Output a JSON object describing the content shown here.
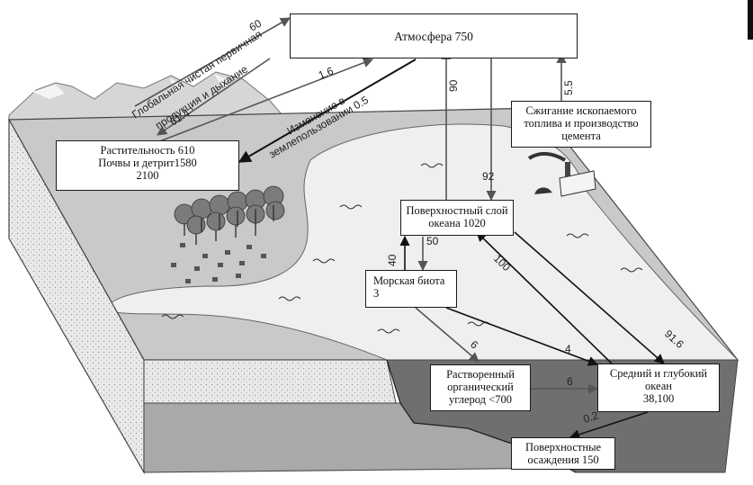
{
  "boxes": {
    "atmosphere": "Атмосфера 750",
    "vegetation": [
      "Растительность 610",
      "Почвы и детрит1580",
      "2100"
    ],
    "fossil": [
      "Сжигание ископаемого",
      "топлива и производство",
      "цемента"
    ],
    "surface_ocean": [
      "Поверхностный слой",
      "океана 1020"
    ],
    "marine_biota": [
      "Морская биота",
      "3"
    ],
    "dissolved_carbon": [
      "Растворенный",
      "органический",
      "углерод <700"
    ],
    "deep_ocean": [
      "Средний и глубокий",
      "океан",
      "38,100"
    ],
    "sediments": [
      "Поверхностные",
      "осаждения 150"
    ]
  },
  "flow_labels": {
    "global_npp": [
      "Глобальная чистая первичная",
      "продукция и дыхание"
    ],
    "land_use": [
      "Изменение в",
      "землепользовании 0.5"
    ],
    "v60": "60",
    "v61_4": "61.4",
    "v1_6": "1.6",
    "v90": "90",
    "v92": "92",
    "v5_5": "5.5",
    "v50": "50",
    "v40": "40",
    "v100": "100",
    "v91_6": "91.6",
    "v6a": "6",
    "v4": "4",
    "v6b": "6",
    "v0_2": "0.2"
  },
  "colors": {
    "land": "#c9c9c9",
    "water": "#eeeeee",
    "dark_face": "#a9a9a9",
    "deep_face": "#6f6f6f",
    "arrow_gray": "#555555",
    "arrow_black": "#111111"
  }
}
